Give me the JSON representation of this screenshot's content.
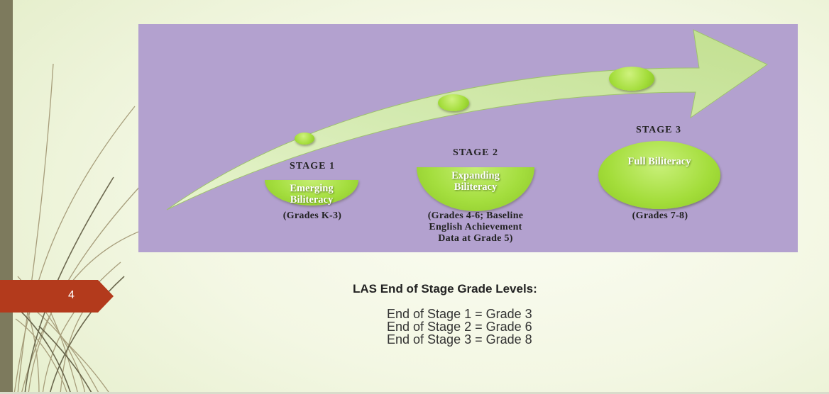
{
  "slide": {
    "page_number": "4",
    "heading": "LAS End of Stage Grade Levels:",
    "levels": [
      "End of Stage 1 = Grade 3",
      "End of Stage 2 = Grade 6",
      "End of Stage 3 = Grade 8"
    ]
  },
  "diagram": {
    "stages": [
      {
        "label": "STAGE 1",
        "name_line1": "Emerging",
        "name_line2": "Biliteracy",
        "grades": "(Grades K-3)"
      },
      {
        "label": "STAGE 2",
        "name_line1": "Expanding",
        "name_line2": "Biliteracy",
        "grades_line1": "(Grades 4-6; Baseline",
        "grades_line2": "English Achievement",
        "grades_line3": "Data at Grade 5)"
      },
      {
        "label": "STAGE 3",
        "name_line1": "Full Biliteracy",
        "grades": "(Grades 7-8)"
      }
    ],
    "colors": {
      "panel": "#b3a1cf",
      "arrow": "#d3ecac",
      "accent_green": "#a4de3e",
      "page_tag": "#b33a1c",
      "left_bar": "#7d7a5d"
    }
  }
}
